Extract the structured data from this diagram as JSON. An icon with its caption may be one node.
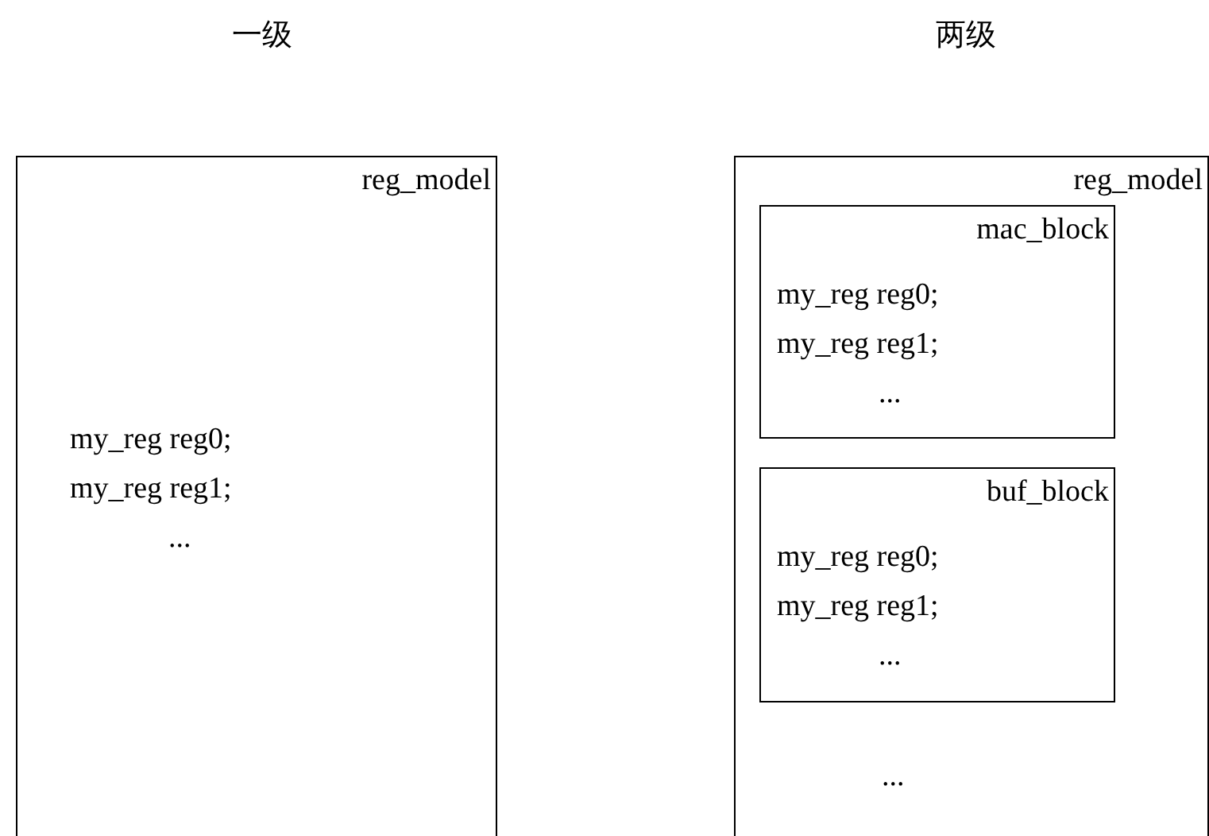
{
  "diagram": {
    "nodes": [
      {
        "text": [
          "reg_model",
          "my_reg reg0;",
          "my_reg reg1;",
          "..."
        ]
      },
      {
        "text": [
          "reg_model",
          "..."
        ]
      },
      {
        "text": [
          "mac_block",
          "my_reg reg0;",
          "my_reg reg1;",
          "..."
        ],
        "in": 1
      },
      {
        "text": [
          "buf_block",
          "my_reg reg0;",
          "my_reg reg1;",
          "..."
        ],
        "in": 1
      }
    ],
    "labels": [
      "一级",
      "两级"
    ]
  }
}
